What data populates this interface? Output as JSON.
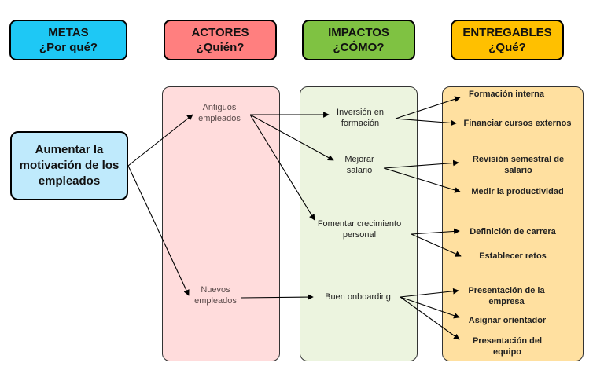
{
  "headers": [
    {
      "title": "METAS",
      "subtitle": "¿Por qué?",
      "color": "#1ec8f5"
    },
    {
      "title": "ACTORES",
      "subtitle": "¿Quién?",
      "color": "#ff7f7f"
    },
    {
      "title": "IMPACTOS",
      "subtitle": "¿CÓMO?",
      "color": "#7fc242"
    },
    {
      "title": "ENTREGABLES",
      "subtitle": "¿Qué?",
      "color": "#ffc000"
    }
  ],
  "column_colors": {
    "actores": "#ffdcdc",
    "impactos": "#ecf4df",
    "entregables": "#ffe0a0",
    "goal": "#bfeafc"
  },
  "goal": "Aumentar la motivación de los empleados",
  "actors": [
    {
      "id": "a1",
      "label": "Antiguos empleados"
    },
    {
      "id": "a2",
      "label": "Nuevos empleados"
    }
  ],
  "impacts": [
    {
      "id": "i1",
      "label": "Inversión en formación"
    },
    {
      "id": "i2",
      "label": "Mejorar salario"
    },
    {
      "id": "i3",
      "label": "Fomentar crecimiento personal"
    },
    {
      "id": "i4",
      "label": "Buen onboarding"
    }
  ],
  "deliverables": [
    {
      "id": "d1",
      "label": "Formación interna"
    },
    {
      "id": "d2",
      "label": "Financiar cursos externos"
    },
    {
      "id": "d3",
      "label": "Revisión semestral de salario"
    },
    {
      "id": "d4",
      "label": "Medir la productividad"
    },
    {
      "id": "d5",
      "label": "Definición de carrera"
    },
    {
      "id": "d6",
      "label": "Establecer retos"
    },
    {
      "id": "d7",
      "label": "Presentación de la empresa"
    },
    {
      "id": "d8",
      "label": "Asignar orientador"
    },
    {
      "id": "d9",
      "label": "Presentación del equipo"
    }
  ],
  "edges": [
    [
      "goal",
      "a1"
    ],
    [
      "goal",
      "a2"
    ],
    [
      "a1",
      "i1"
    ],
    [
      "a1",
      "i2"
    ],
    [
      "a1",
      "i3"
    ],
    [
      "a2",
      "i4"
    ],
    [
      "i1",
      "d1"
    ],
    [
      "i1",
      "d2"
    ],
    [
      "i2",
      "d3"
    ],
    [
      "i2",
      "d4"
    ],
    [
      "i3",
      "d5"
    ],
    [
      "i3",
      "d6"
    ],
    [
      "i4",
      "d7"
    ],
    [
      "i4",
      "d8"
    ],
    [
      "i4",
      "d9"
    ]
  ]
}
